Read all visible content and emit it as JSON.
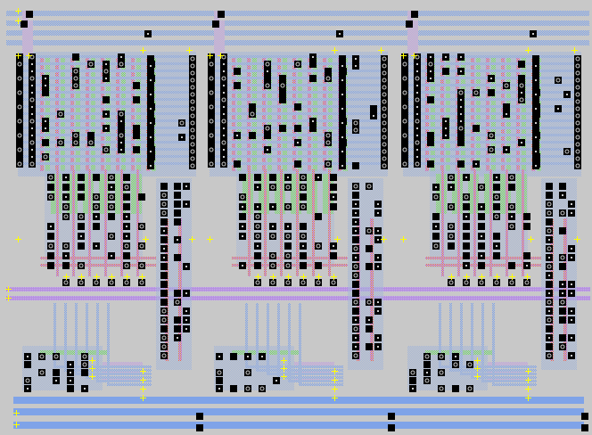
{
  "view": {
    "title": "",
    "background": "#c8c8c8"
  },
  "layers": {
    "metal1": {
      "name": "metal1",
      "color": "#7fa3e8"
    },
    "metal2": {
      "name": "metal2",
      "color": "#b58fe0"
    },
    "poly": {
      "name": "poly",
      "color": "#e0605a"
    },
    "ndiff": {
      "name": "ndiff",
      "color": "#6fd36f"
    },
    "pdiff": {
      "name": "pdiff",
      "color": "#c05bd0"
    },
    "contact": {
      "name": "contact",
      "color": "#000000"
    },
    "pin": {
      "name": "pin-marker",
      "color": "#ffff00"
    }
  },
  "layout": {
    "block_count": 3,
    "blocks": [
      {
        "id": "block-1",
        "memory_rows": 16,
        "memory_cols": 8,
        "logic_rows": 10
      },
      {
        "id": "block-2",
        "memory_rows": 16,
        "memory_cols": 8,
        "logic_rows": 10
      },
      {
        "id": "block-3",
        "memory_rows": 16,
        "memory_cols": 8,
        "logic_rows": 10
      }
    ],
    "top_rails": 4,
    "bottom_rails": 3
  }
}
